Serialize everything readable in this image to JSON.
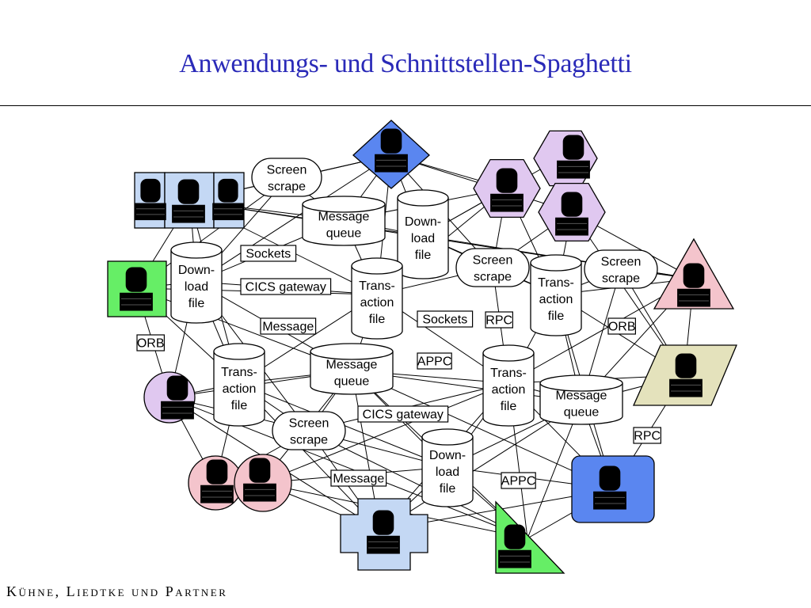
{
  "title": "Anwendungs- und Schnittstellen-Spaghetti",
  "footer": "Kühne, Liedtke und Partner",
  "colors": {
    "title": "#2a2ab8",
    "light_blue": "#c4d8f4",
    "blue": "#5a86f0",
    "green": "#66ee66",
    "lavender": "#e0c8f0",
    "pink": "#f4c4cc",
    "khaki": "#e4e2bc"
  },
  "labels": {
    "screen_scrape": [
      "Screen",
      "scrape"
    ],
    "message_queue": [
      "Message",
      "queue"
    ],
    "download_file": [
      "Down-",
      "load",
      "file"
    ],
    "transaction_file": [
      "Trans-",
      "action",
      "file"
    ],
    "sockets": "Sockets",
    "cics_gateway": "CICS gateway",
    "message": "Message",
    "orb": "ORB",
    "appc": "APPC",
    "rpc": "RPC"
  }
}
